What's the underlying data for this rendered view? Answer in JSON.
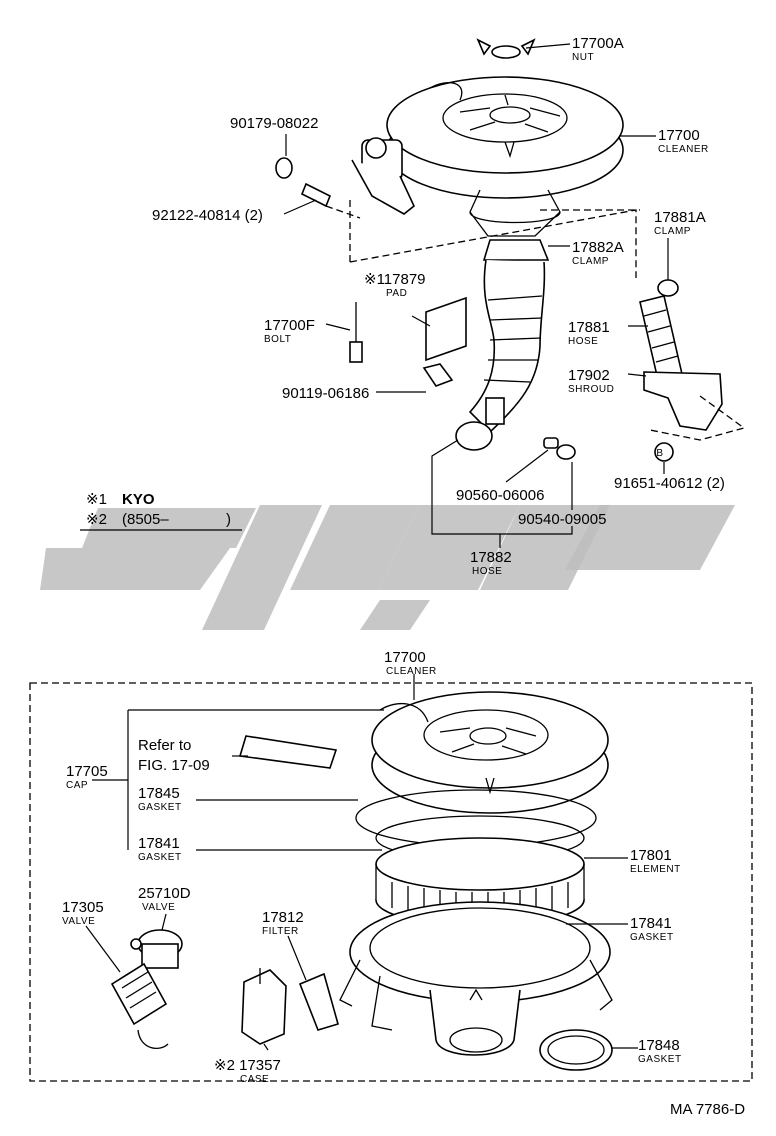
{
  "notes": {
    "line1_mark": "※1",
    "line1_text": "KYO",
    "line2_mark": "※2",
    "line2_text": "(8505–",
    "line2_close": ")"
  },
  "parts": [
    {
      "id": "17700A",
      "num": "17700A",
      "name": "NUT"
    },
    {
      "id": "17700",
      "num": "17700",
      "name": "CLEANER"
    },
    {
      "id": "90179-08022",
      "num": "90179-08022",
      "name": ""
    },
    {
      "id": "92122-40814",
      "num": "92122-40814 (2)",
      "name": ""
    },
    {
      "id": "17881A",
      "num": "17881A",
      "name": "CLAMP"
    },
    {
      "id": "17882A",
      "num": "17882A",
      "name": "CLAMP"
    },
    {
      "id": "17879",
      "num": "※117879",
      "name": "PAD"
    },
    {
      "id": "17700F",
      "num": "17700F",
      "name": "BOLT"
    },
    {
      "id": "17881",
      "num": "17881",
      "name": "HOSE"
    },
    {
      "id": "17902",
      "num": "17902",
      "name": "SHROUD"
    },
    {
      "id": "90119-06186",
      "num": "90119-06186",
      "name": ""
    },
    {
      "id": "91651-40612",
      "num": "91651-40612 (2)",
      "name": ""
    },
    {
      "id": "90560-06006",
      "num": "90560-06006",
      "name": ""
    },
    {
      "id": "90540-09005",
      "num": "90540-09005",
      "name": ""
    },
    {
      "id": "17882",
      "num": "17882",
      "name": "HOSE"
    },
    {
      "id": "17700-lower",
      "num": "17700",
      "name": "CLEANER"
    },
    {
      "id": "17705",
      "num": "17705",
      "name": "CAP"
    },
    {
      "id": "refer",
      "num": "Refer to",
      "name": "FIG. 17-09"
    },
    {
      "id": "17845",
      "num": "17845",
      "name": "GASKET"
    },
    {
      "id": "17841a",
      "num": "17841",
      "name": "GASKET"
    },
    {
      "id": "17801",
      "num": "17801",
      "name": "ELEMENT"
    },
    {
      "id": "17841b",
      "num": "17841",
      "name": "GASKET"
    },
    {
      "id": "17305",
      "num": "17305",
      "name": "VALVE"
    },
    {
      "id": "25710D",
      "num": "25710D",
      "name": "VALVE"
    },
    {
      "id": "17812",
      "num": "17812",
      "name": "FILTER"
    },
    {
      "id": "17357",
      "num": "※2 17357",
      "name": "CASE"
    },
    {
      "id": "17848",
      "num": "17848",
      "name": "GASKET"
    }
  ],
  "circle_letter": "B",
  "figure_code": "MA 7786-D"
}
